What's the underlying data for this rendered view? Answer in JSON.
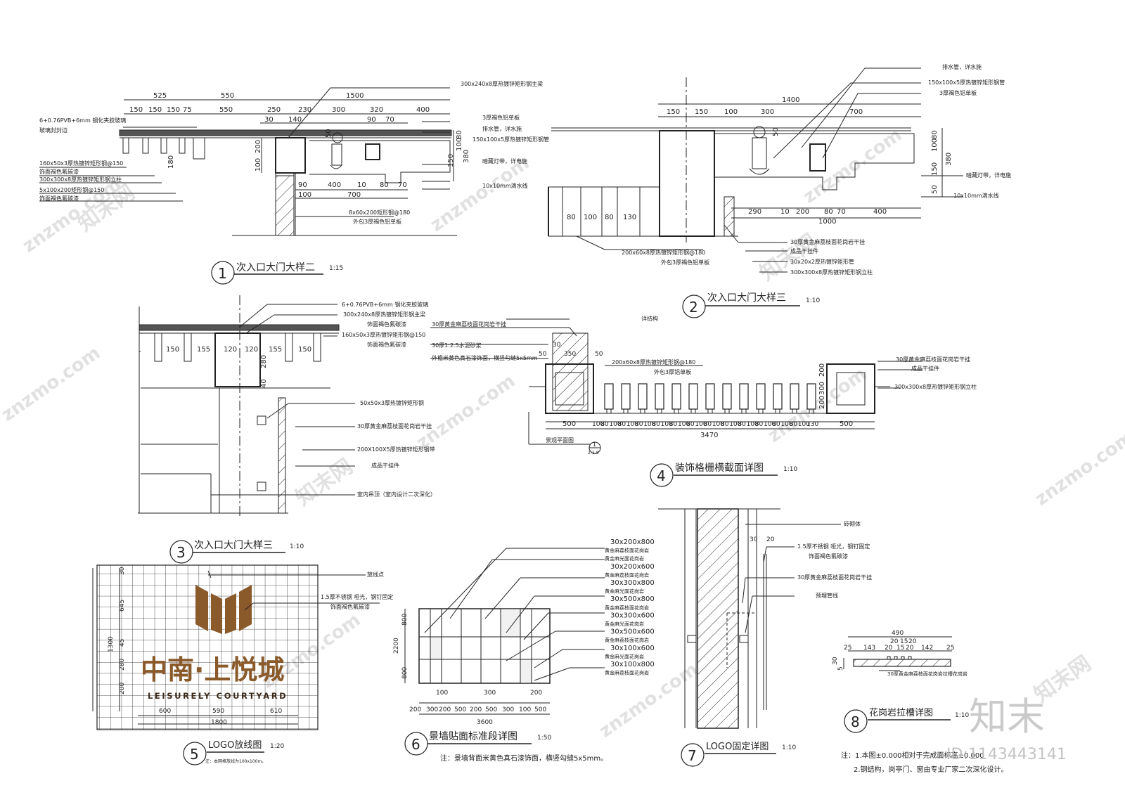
{
  "watermark": {
    "site": "znzmo.com",
    "brand_cn": "知末",
    "brand_cn_net": "知末网",
    "id_text": "ID:1143443141"
  },
  "logo": {
    "title_cn": "中南·上悦城",
    "subtitle_en": "LEISURELY COURTYARD",
    "brand_color": "#8a5a2b"
  },
  "details": [
    {
      "num": "1",
      "title": "次入口大门大样二",
      "scale": "1:15"
    },
    {
      "num": "2",
      "title": "次入口大门大样三",
      "scale": "1:10"
    },
    {
      "num": "3",
      "title": "次入口大门大样三",
      "scale": "1:10"
    },
    {
      "num": "4",
      "title": "装饰格栅横截面详图",
      "scale": "1:10"
    },
    {
      "num": "5",
      "title": "LOGO放线图",
      "scale": "1:20"
    },
    {
      "num": "6",
      "title": "景墙贴面标准段详图",
      "scale": "1:50"
    },
    {
      "num": "7",
      "title": "LOGO固定详图",
      "scale": "1:10"
    },
    {
      "num": "8",
      "title": "花岗岩拉槽详图",
      "scale": "1:10"
    }
  ],
  "notes": {
    "d5_note": "注：本网格放线为100x100m。",
    "d6_note": "注：景墙背面米黄色真石漆饰面，横竖勾缝5x5mm。",
    "general_1": "注：1.本图±0.000相对于完成面标高±0.000",
    "general_2": "2.钢结构，岗亭门、窗由专业厂家二次深化设计。"
  },
  "labels": {
    "d1": {
      "glass": "6+0.76PVB+6mm 钢化夹胶玻璃",
      "glass_edge": "玻璃封封边",
      "main_beam": "300x240x8厚热镀锌矩形钢主梁",
      "alu_3": "3厚褐色铝单板",
      "drain": "排水管，详水施",
      "tube_150": "150x100x5厚热镀锌矩形钢管",
      "lamp": "暗藏灯带，详电施",
      "drip": "10x10mm滴水线",
      "tube_160": "160x50x3厚热镀锌矩形钢@150",
      "coat_1": "饰面褐色氟碳漆",
      "col_300": "300x300x8厚热镀锌矩形钢立柱",
      "tube_5x100": "5x100x200矩形钢@150",
      "coat_2": "饰面褐色氟碳漆",
      "tube_8x60": "8x60x200矩形钢@180",
      "wrap": "外包3厚褐色铝单板"
    },
    "d2": {
      "drain": "排水管，详水施",
      "tube_150": "150x100x5厚热镀锌矩形钢管",
      "alu_3": "3厚褐色铝单板",
      "lamp": "暗藏灯带，详电施",
      "drip": "10x10mm滴水线",
      "stone_30": "30厚黄金麻荔枝面花岗岩干挂",
      "hanger": "成品干挂件",
      "tube_30x20": "30x20x2厚热镀锌矩形管",
      "col_300": "300x300x8厚热镀锌矩形钢立柱",
      "tube_200": "200x60x8厚热镀锌矩形钢@180",
      "wrap": "外包3厚褐色铝单板"
    },
    "d3": {
      "glass": "6+0.76PVB+6mm 钢化夹胶玻璃",
      "main_beam": "300x240x8厚热镀锌矩形钢主梁",
      "coat_1": "饰面褐色氟碳漆",
      "tube_160": "160x50x3厚热镀锌矩形钢@150",
      "coat_2": "饰面褐色氟碳漆",
      "tube_50": "50x50x3厚热镀锌矩形钢",
      "stone_30": "30厚黄金麻荔枝面花岗岩干挂",
      "tube_200": "200X100X5厚热镀锌矩形钢带",
      "hanger": "成品干挂件",
      "ceiling": "室内吊顶（室内设计二次深化）"
    },
    "d4": {
      "stone_left": "30厚黄金麻荔枝面花岗岩干挂",
      "structure": "详结构",
      "mortar": "30厚1:2.5水泥砂浆",
      "paint": "外檐米黄色真石漆饰面，横竖勾缝5x5mm",
      "tube_200": "200x60x8厚热镀锌矩形钢@180",
      "wrap": "外包3厚铝单板",
      "stone_right": "30厚黄金麻荔枝面花岗岩干挂",
      "hanger": "成品干挂件",
      "col_300": "300x300x8厚热镀锌矩形钢立柱",
      "ref": "景观平面图"
    },
    "d5": {
      "setout": "放线点",
      "steel": "1.5厚不锈钢 哑光，钢钉固定",
      "coat": "饰面褐色氟碳漆"
    },
    "d6": [
      "30x200x800",
      "黄金麻荔枝面花岗岩",
      "黄金麻光面花岗岩",
      "30x200x600",
      "黄金麻荔枝面花岗岩",
      "30x300x800",
      "黄金麻光面花岗岩",
      "30x500x800",
      "黄金麻荔枝面花岗岩",
      "30x300x600",
      "黄金麻光面花岗岩",
      "30x500x600",
      "黄金麻荔枝面花岗岩",
      "30x100x600",
      "黄金麻光面花岗岩",
      "30x100x800",
      "黄金麻荔枝面花岗岩"
    ],
    "d7": {
      "brick": "砖砌体",
      "steel": "1.5厚不锈钢 哑光，钢钉固定",
      "coat": "饰面褐色氟碳漆",
      "stone": "30厚黄金麻荔枝面花岗岩干挂",
      "pipe": "预埋管线"
    },
    "d8": {
      "stone": "30厚黄金麻荔枝面花岗岩拉槽花岗岩"
    }
  },
  "dims": {
    "d1_top": [
      "525",
      "550",
      "1500",
      "300x240x8厚热镀锌矩形钢主梁"
    ],
    "d1_row": [
      "150",
      "150",
      "150",
      "75",
      "550",
      "250",
      "230",
      "300",
      "320",
      "400"
    ],
    "d1_small": [
      "30",
      "140",
      "90",
      "70"
    ],
    "d1_vert": [
      "100",
      "200",
      "180",
      "150",
      "100",
      "80",
      "380",
      "50"
    ],
    "d1_bottom": [
      "90",
      "400",
      "10",
      "80",
      "70",
      "700",
      "100"
    ],
    "d2_top": [
      "1400"
    ],
    "d2_row": [
      "150",
      "150",
      "100",
      "300",
      "700"
    ],
    "d2_vert": [
      "80",
      "100",
      "380",
      "150",
      "50",
      "50"
    ],
    "d2_panel": [
      "80",
      "100",
      "80",
      "130"
    ],
    "d2_bottom": [
      "290",
      "10",
      "200",
      "80",
      "70",
      "400",
      "1000"
    ],
    "d3_row": [
      "150",
      "155",
      "120",
      "120",
      "155",
      "150"
    ],
    "d3_vert": [
      "280",
      "40"
    ],
    "d4_top": [
      "30",
      "50",
      "350",
      "50"
    ],
    "d4_vert": [
      "200",
      "300",
      "200"
    ],
    "d4_row": [
      "500",
      "100",
      "80",
      "100",
      "130",
      "500"
    ],
    "d4_total": "3470",
    "d4_ref_num": "1",
    "d4_ref_sheet": "2-1.8",
    "d5_vert": [
      "30",
      "645",
      "45",
      "280",
      "200",
      "1300"
    ],
    "d5_row": [
      "600",
      "590",
      "610"
    ],
    "d5_total": "1800",
    "d6_vert": [
      "800",
      "2200",
      "800"
    ],
    "d6_upper": [
      "100",
      "300",
      "200"
    ],
    "d6_row": [
      "200",
      "300",
      "200",
      "500",
      "200",
      "500",
      "300",
      "100",
      "500"
    ],
    "d6_total": "3600",
    "d7_dims": [
      "30",
      "20"
    ],
    "d8_total": "490",
    "d8_row": [
      "25",
      "143",
      "20",
      "15",
      "20",
      "142",
      "25"
    ],
    "d8_inner": [
      "20",
      "15",
      "20"
    ],
    "d8_vert": [
      "5",
      "30"
    ]
  }
}
